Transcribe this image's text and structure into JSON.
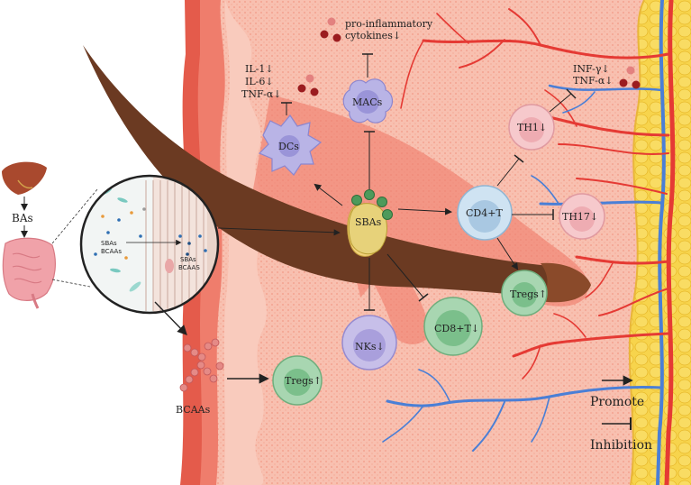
{
  "labels": {
    "bas": "BAs",
    "bcaas": "BCAAs",
    "sbas_center": "SBAs",
    "dcs": "DCs",
    "macs": "MACs",
    "cd4t": "CD4+T",
    "th1": "TH1↓",
    "th17": "TH17↓",
    "nks": "NKs↓",
    "cd8t": "CD8+T↓",
    "tregs_right": "Tregs↑",
    "tregs_left": "Tregs↑",
    "cytokines_line1": "pro-inflammatory",
    "cytokines_line2": "cytokines↓",
    "il1": "IL-1↓",
    "il6": "IL-6↓",
    "tnfa_left": "TNF-α↓",
    "infg": "INF-γ↓",
    "tnfa_right": "TNF-α↓",
    "zoom_sbas_bcaas_1": "SBAs",
    "zoom_sbas_bcaas_2": "BCAAs",
    "zoom_sbas_bcaas_3": "SBAs",
    "zoom_sbas_bcaas_4": "BCAAS"
  },
  "legend": {
    "promote": "Promote",
    "inhibition": "Inhibition"
  },
  "colors": {
    "tissue": "#f6b3a4",
    "tissue_dark": "#ef8a78",
    "villus": "#e45b4b",
    "fat": "#f7d44c",
    "artery": "#e53a34",
    "vein": "#4a7fd6",
    "hair": "#6b3a22",
    "sebaceous": "#f2d27a",
    "dc_cell": "#b9b4e6",
    "th_cell": "#f6c9cc",
    "cd4_cell": "#cfe3f2",
    "nk_cell": "#c7bfe9",
    "treg_cell": "#a8d6b1",
    "liver": "#a9492e",
    "intestine": "#f0a2a9"
  }
}
